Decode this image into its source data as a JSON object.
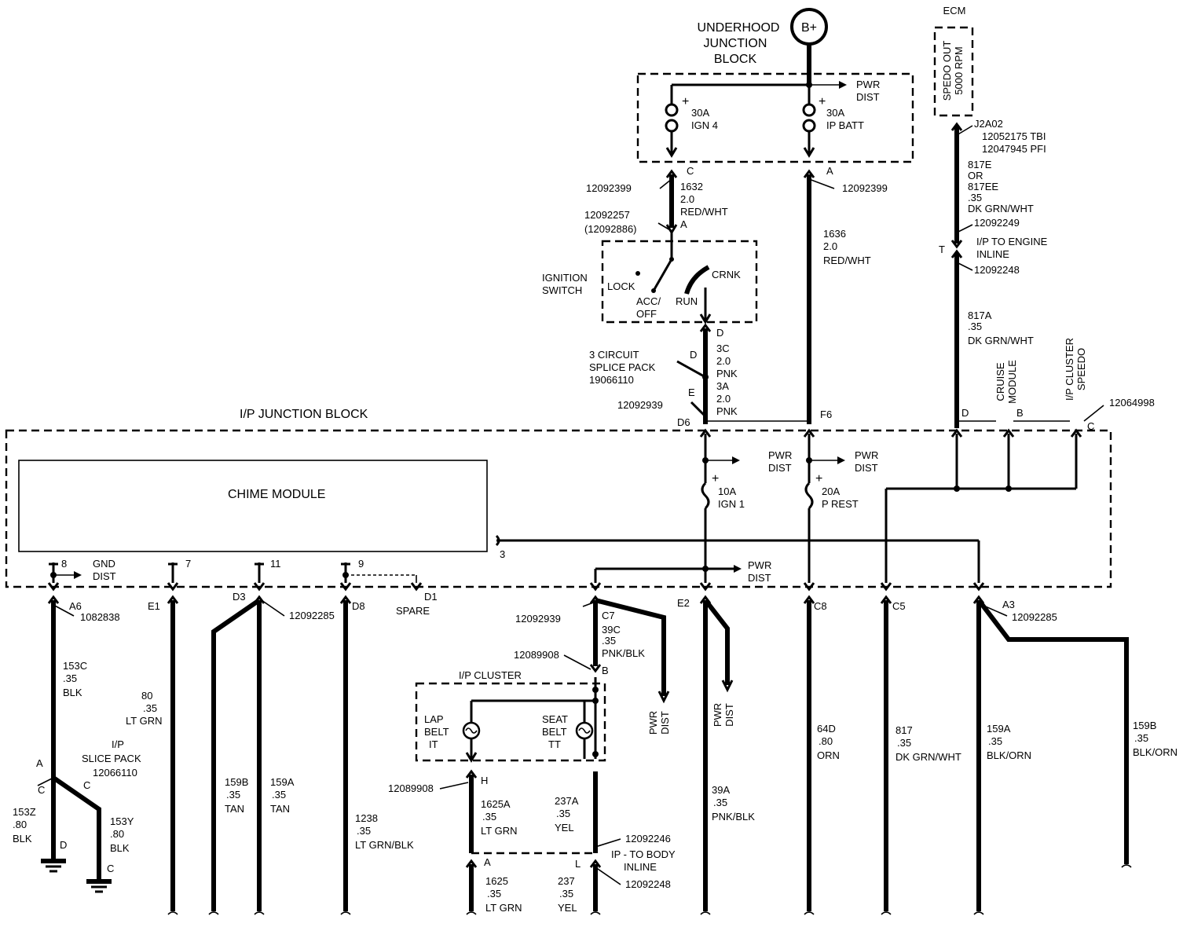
{
  "colors": {
    "wire": "#000000",
    "background": "#ffffff"
  },
  "labels": {
    "b_plus": "B+",
    "uhjb": [
      "UNDERHOOD",
      "JUNCTION",
      "BLOCK"
    ],
    "pwr_dist": [
      "PWR",
      "DIST"
    ],
    "fuse_ign4": [
      "30A",
      "IGN 4"
    ],
    "fuse_ipbatt": [
      "30A",
      "IP BATT"
    ],
    "plus": "+",
    "ecm": "ECM",
    "speedo": [
      "SPEDO OUT",
      "5000 RPM"
    ],
    "ecm_conn": [
      "J2A02",
      "12052175 TBI",
      "12047945 PFI"
    ],
    "w817e": [
      "817E",
      "OR",
      "817EE",
      ".35",
      "DK GRN/WHT"
    ],
    "inline_eng": [
      "12092249",
      "I/P TO ENGINE",
      "INLINE",
      "12092248"
    ],
    "conn_T": "T",
    "w817a": [
      "817A",
      ".35",
      "DK GRN/WHT"
    ],
    "conn_C": "C",
    "conn_A": "A",
    "p12092399": "12092399",
    "p12092257": [
      "12092257",
      "(12092886)"
    ],
    "w1632": [
      "1632",
      "2.0",
      "RED/WHT"
    ],
    "w1636": [
      "1636",
      "2.0",
      "RED/WHT"
    ],
    "ignition_switch": [
      "IGNITION",
      "SWITCH"
    ],
    "sw_lock": "LOCK",
    "sw_accoff": [
      "ACC/",
      "OFF"
    ],
    "sw_run": "RUN",
    "sw_crnk": "CRNK",
    "conn_D": "D",
    "splice3": [
      "3 CIRCUIT",
      "SPLICE PACK",
      "19066110"
    ],
    "w3c": [
      "3C",
      "2.0",
      "PNK"
    ],
    "w3a": [
      "3A",
      "2.0",
      "PNK"
    ],
    "conn_E": "E",
    "p12092939": "12092939",
    "conn_D6": "D6",
    "conn_F6": "F6",
    "ipjb": "I/P JUNCTION BLOCK",
    "cruise": [
      "CRUISE",
      "MODULE"
    ],
    "ipspeedo": [
      "I/P CLUSTER",
      "SPEEDO"
    ],
    "p12064998": "12064998",
    "conn_Dl": "D",
    "conn_Bl": "B",
    "conn_Cl": "C",
    "chime": "CHIME MODULE",
    "fuse_ign1": [
      "10A",
      "IGN 1"
    ],
    "fuse_prest": [
      "20A",
      "P REST"
    ],
    "pin8": "8",
    "pin7": "7",
    "pin11": "11",
    "pin9": "9",
    "pin3": "3",
    "gnd_dist": [
      "GND",
      "DIST"
    ],
    "conn_A6": "A6",
    "p1082838": "1082838",
    "conn_E1": "E1",
    "conn_D3": "D3",
    "p12092285a": "12092285",
    "conn_D8": "D8",
    "conn_D1": "D1",
    "spare": "SPARE",
    "conn_C7": "C7",
    "w39c": [
      "39C",
      ".35",
      "PNK/BLK"
    ],
    "p12089908a": "12089908",
    "conn_B": "B",
    "conn_E2": "E2",
    "conn_C8": "C8",
    "conn_C5": "C5",
    "conn_A3": "A3",
    "p12092285b": "12092285",
    "w153c": [
      "153C",
      ".35",
      "BLK"
    ],
    "w80": [
      "80",
      ".35",
      "LT GRN"
    ],
    "ipsplice": [
      "I/P",
      "SLICE PACK",
      "12066110"
    ],
    "sp_A": "A",
    "sp_C1": "C",
    "sp_C2": "C",
    "w153z": [
      "153Z",
      ".80",
      "BLK"
    ],
    "w153y": [
      "153Y",
      ".80",
      "BLK"
    ],
    "gnd_D": "D",
    "gnd_C": "C",
    "w159b": [
      "159B",
      ".35",
      "TAN"
    ],
    "w159a": [
      "159A",
      ".35",
      "TAN"
    ],
    "w1238": [
      "1238",
      ".35",
      "LT GRN/BLK"
    ],
    "ipcluster": "I/P CLUSTER",
    "lapbelt": [
      "LAP",
      "BELT",
      "IT"
    ],
    "seatbelt": [
      "SEAT",
      "BELT",
      "TT"
    ],
    "p12089908b": "12089908",
    "conn_H": "H",
    "w1625a": [
      "1625A",
      ".35",
      "LT GRN"
    ],
    "w237a": [
      "237A",
      ".35",
      "YEL"
    ],
    "inline_body": [
      "12092246",
      "IP - TO BODY",
      "INLINE",
      "12092248"
    ],
    "conn_Al": "A",
    "conn_L": "L",
    "w1625": [
      "1625",
      ".35",
      "LT GRN"
    ],
    "w237": [
      "237",
      ".35",
      "YEL"
    ],
    "pwrdist_vert": [
      "PWR",
      "DIST"
    ],
    "w39a": [
      "39A",
      ".35",
      "PNK/BLK"
    ],
    "w64d": [
      "64D",
      ".80",
      "ORN"
    ],
    "w817": [
      "817",
      ".35",
      "DK GRN/WHT"
    ],
    "w159a2": [
      "159A",
      ".35",
      "BLK/ORN"
    ],
    "w159b2": [
      "159B",
      ".35",
      "BLK/ORN"
    ]
  }
}
